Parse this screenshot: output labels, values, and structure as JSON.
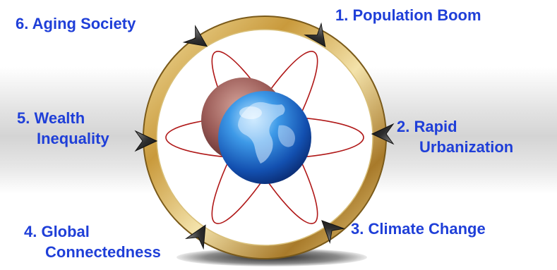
{
  "labels": {
    "item1": "1. Population Boom",
    "item2_line1": "2. Rapid",
    "item2_line2": "Urbanization",
    "item3": "3. Climate Change",
    "item4_line1": "4. Global",
    "item4_line2": "Connectedness",
    "item5_line1": "5. Wealth",
    "item5_line2": "Inequality",
    "item6": "6. Aging Society"
  },
  "icons": {
    "center": "globe-icon",
    "connector": "chevron-arrow-icon"
  },
  "colors": {
    "label_text": "#1f3fd8",
    "ring_gold": "#c9a24a",
    "orbit_red": "#b01818",
    "globe_blue": "#1e6fd0",
    "arrow_dark": "#3a3a3a"
  }
}
